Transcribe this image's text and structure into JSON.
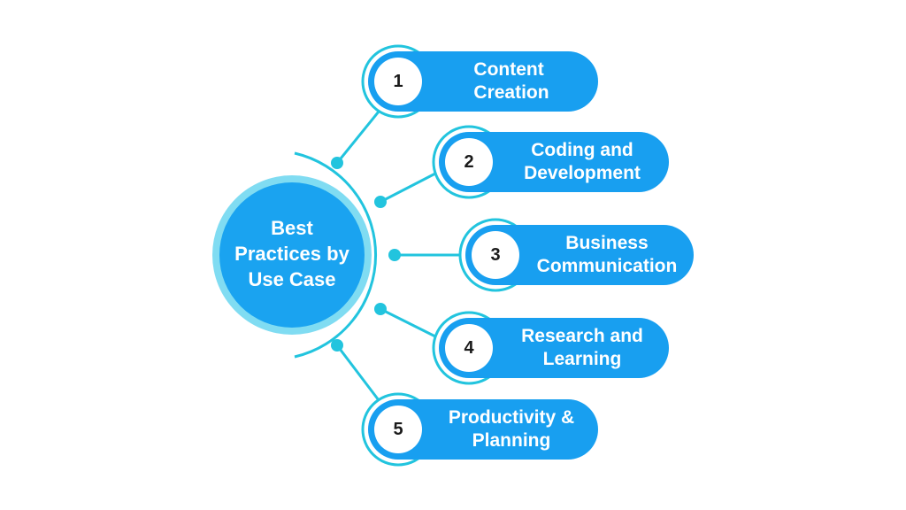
{
  "diagram": {
    "center": {
      "title": "Best\nPractices by\nUse Case"
    },
    "items": [
      {
        "number": "1",
        "label": "Content\nCreation"
      },
      {
        "number": "2",
        "label": "Coding and\nDevelopment"
      },
      {
        "number": "3",
        "label": "Business\nCommunication"
      },
      {
        "number": "4",
        "label": "Research and\nLearning"
      },
      {
        "number": "5",
        "label": "Productivity &\nPlanning"
      }
    ],
    "colors": {
      "primary_blue": "#189ff0",
      "center_fill": "#1aa3f0",
      "center_ring": "#80dcf2",
      "connector_cyan": "#22c4de",
      "number_text": "#1a1a1a",
      "label_text": "#ffffff",
      "background": "#ffffff"
    }
  }
}
